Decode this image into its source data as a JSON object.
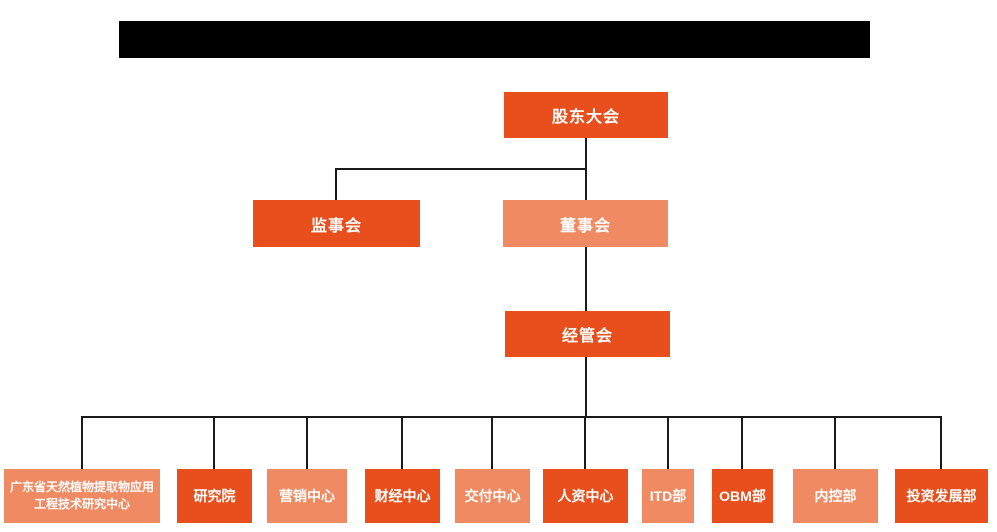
{
  "title_bar": {
    "redacted": true,
    "visible_text": ""
  },
  "colors": {
    "node_primary": "#E94F1D",
    "node_secondary": "#F08A62",
    "node_text": "#FFFFFF",
    "connector": "#1A1A1A",
    "title_bar": "#000000",
    "background": "#FFFFFF"
  },
  "org": {
    "root": {
      "label": "股东大会"
    },
    "level2": [
      {
        "label": "监事会",
        "variant": "primary"
      },
      {
        "label": "董事会",
        "variant": "secondary"
      }
    ],
    "level3": {
      "label": "经管会",
      "variant": "primary"
    },
    "departments": [
      {
        "label": "广东省天然植物提取物应用工程技术研究中心",
        "variant": "secondary"
      },
      {
        "label": "研究院",
        "variant": "primary"
      },
      {
        "label": "营销中心",
        "variant": "secondary"
      },
      {
        "label": "财经中心",
        "variant": "primary"
      },
      {
        "label": "交付中心",
        "variant": "secondary"
      },
      {
        "label": "人资中心",
        "variant": "primary"
      },
      {
        "label": "ITD部",
        "variant": "secondary"
      },
      {
        "label": "OBM部",
        "variant": "primary"
      },
      {
        "label": "内控部",
        "variant": "secondary"
      },
      {
        "label": "投资发展部",
        "variant": "primary"
      }
    ],
    "edges": [
      {
        "from": "股东大会",
        "to": "监事会"
      },
      {
        "from": "股东大会",
        "to": "董事会"
      },
      {
        "from": "董事会",
        "to": "经管会"
      },
      {
        "from": "经管会",
        "to": "广东省天然植物提取物应用工程技术研究中心"
      },
      {
        "from": "经管会",
        "to": "研究院"
      },
      {
        "from": "经管会",
        "to": "营销中心"
      },
      {
        "from": "经管会",
        "to": "财经中心"
      },
      {
        "from": "经管会",
        "to": "交付中心"
      },
      {
        "from": "经管会",
        "to": "人资中心"
      },
      {
        "from": "经管会",
        "to": "ITD部"
      },
      {
        "from": "经管会",
        "to": "OBM部"
      },
      {
        "from": "经管会",
        "to": "内控部"
      },
      {
        "from": "经管会",
        "to": "投资发展部"
      }
    ]
  }
}
